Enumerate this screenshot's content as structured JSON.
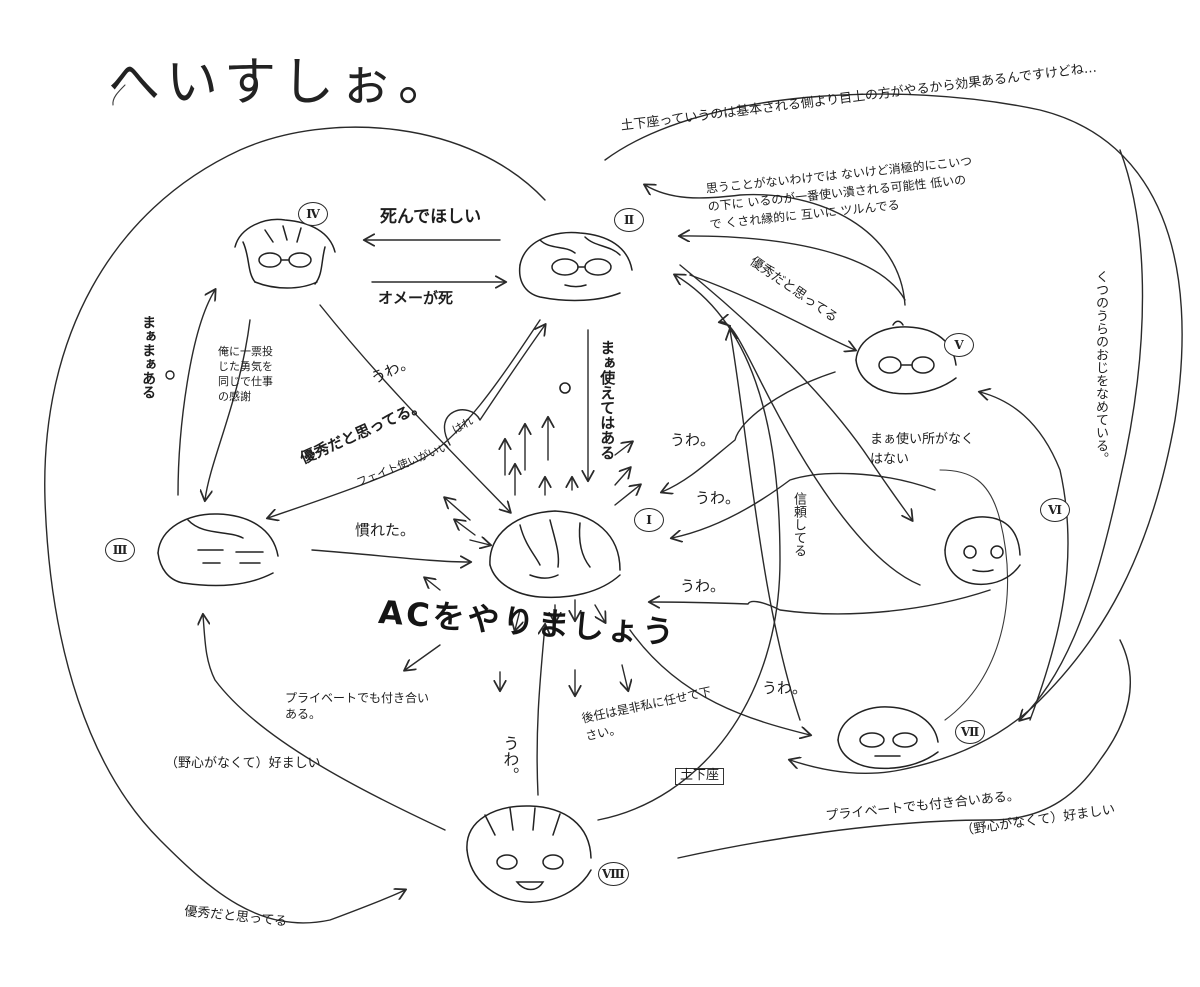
{
  "title": "へいすしぉ。",
  "characters": [
    {
      "id": "I",
      "numeral": "Ⅰ"
    },
    {
      "id": "II",
      "numeral": "Ⅱ"
    },
    {
      "id": "III",
      "numeral": "Ⅲ"
    },
    {
      "id": "IV",
      "numeral": "Ⅳ"
    },
    {
      "id": "V",
      "numeral": "Ⅴ"
    },
    {
      "id": "VI",
      "numeral": "Ⅵ"
    },
    {
      "id": "VII",
      "numeral": "Ⅶ"
    },
    {
      "id": "VIII",
      "numeral": "Ⅷ"
    }
  ],
  "labels": {
    "iv_to_ii": "死んでほしい",
    "ii_to_iv": "オメーが死",
    "top_right_note": "土下座っていうのは基本される側より目上の方がやるから効果あるんですけどね…",
    "v_note": "思うことがないわけでは ないけど消極的にこいつの下に いるのが一番使い潰される可能性 低いので くされ縁的に 互いに ツルんでる",
    "v_yushu": "優秀だと思ってる",
    "right_vertical_note": "くつのうらのおじをなめている。",
    "iii_to_iv": "まぁまぁある",
    "iv_to_iii": "俺に一票投じた勇気を同じで仕事の感謝",
    "uwa_iv": "うわ。",
    "ii_down": "まぁ使えてはある",
    "yushu_iii": "優秀だと思ってる。",
    "furetsu": "フェイト使いがいい",
    "hare": "はれ",
    "v_to_i": "うわ。",
    "vi_to_i": "うわ。",
    "vi_note": "まぁ使い所がなくはない",
    "shinrai": "信頼してる",
    "vii_to_i": "うわ。",
    "vii_uwa": "うわ。",
    "iii_to_i": "慣れた。",
    "big_msg_1": "ACをやりましょう",
    "private_1": "プライベートでも付き合いある。",
    "yashin_1": "（野心がなくて）好ましい",
    "viii_uwa": "うわ。",
    "viii_note": "後任は是非私に任せて下さい。",
    "dogeza": "土下座",
    "private_2": "プライベートでも付き合いある。",
    "yashin_2": "（野心がなくて）好ましい",
    "yushu_viii": "優秀だと思ってる"
  },
  "colors": {
    "ink": "#1e1e1e",
    "paper": "#ffffff"
  }
}
